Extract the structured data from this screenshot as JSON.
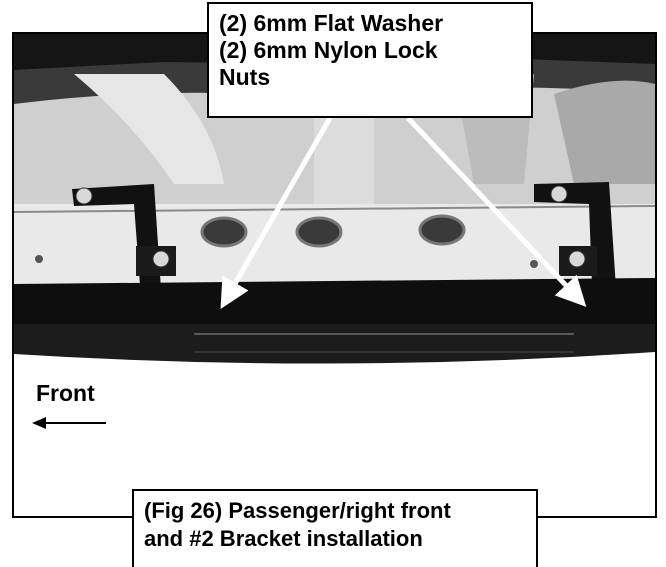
{
  "callout": {
    "line1": "(2) 6mm Flat Washer",
    "line2": "(2) 6mm Nylon Lock",
    "line3": "Nuts"
  },
  "direction": {
    "label": "Front",
    "arrow_icon": "left-arrow-icon"
  },
  "caption": {
    "line1": "(Fig 26) Passenger/right front",
    "line2": "and #2 Bracket installation"
  },
  "colors": {
    "border": "#000000",
    "callout_arrow": "#ffffff",
    "background": "#ffffff"
  }
}
